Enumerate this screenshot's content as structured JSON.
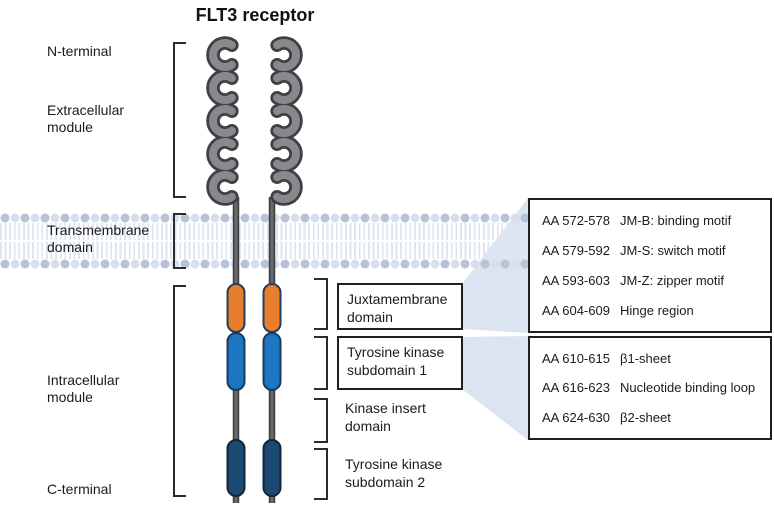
{
  "title": "FLT3 receptor",
  "colors": {
    "juxtamembrane_orange": "#e87d2b",
    "tyrosine_kinase1_blue": "#1d76c1",
    "tyrosine_kinase2_navy": "#1a4971",
    "receptor_gray": "#87898c",
    "outline_dark": "#3f4044",
    "capsule_outline": "#243c5e",
    "membrane_head": "#b7c3d7",
    "membrane_head_light": "#d7dfeb",
    "membrane_tail": "#dde6f1",
    "wedge_blue": "#dbe4f0"
  },
  "left_labels": {
    "n_terminal": "N-terminal",
    "extracellular": "Extracellular module",
    "transmembrane": "Transmembrane domain",
    "intracellular": "Intracellular module",
    "c_terminal": "C-terminal"
  },
  "domain_labels": {
    "juxtamembrane": "Juxtamembrane domain",
    "tk1": "Tyrosine kinase subdomain 1",
    "kinase_insert": "Kinase insert domain",
    "tk2": "Tyrosine kinase subdomain 2"
  },
  "detail_boxes": [
    {
      "rows": [
        {
          "aa": "AA 572-578",
          "desc": "JM-B: binding motif"
        },
        {
          "aa": "AA 579-592",
          "desc": "JM-S: switch motif"
        },
        {
          "aa": "AA 593-603",
          "desc": "JM-Z: zipper motif"
        },
        {
          "aa": "AA 604-609",
          "desc": "Hinge region"
        }
      ]
    },
    {
      "rows": [
        {
          "aa": "AA 610-615",
          "desc": "β1-sheet"
        },
        {
          "aa": "AA 616-623",
          "desc": "Nucleotide binding loop"
        },
        {
          "aa": "AA 624-630",
          "desc": "β2-sheet"
        }
      ]
    }
  ]
}
